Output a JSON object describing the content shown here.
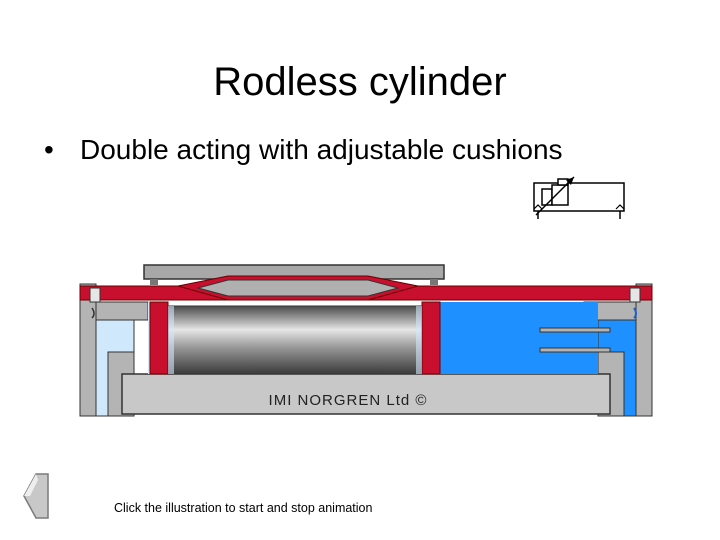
{
  "slide": {
    "title": "Rodless cylinder",
    "bullet_marker": "•",
    "bullet_text": "Double acting with adjustable cushions",
    "caption": "Click the illustration to start and stop animation",
    "brand_label": "IMI NORGREN Ltd ©"
  },
  "colors": {
    "seal_red": "#c8102e",
    "air_blue": "#1e90ff",
    "light_blue": "#cfe8fb",
    "body_grey": "#c8c8c8",
    "dark_grey": "#5a5a5a"
  },
  "icons": {
    "back": "back-arrow-icon",
    "symbol": "rodless-cylinder-symbol-icon"
  }
}
